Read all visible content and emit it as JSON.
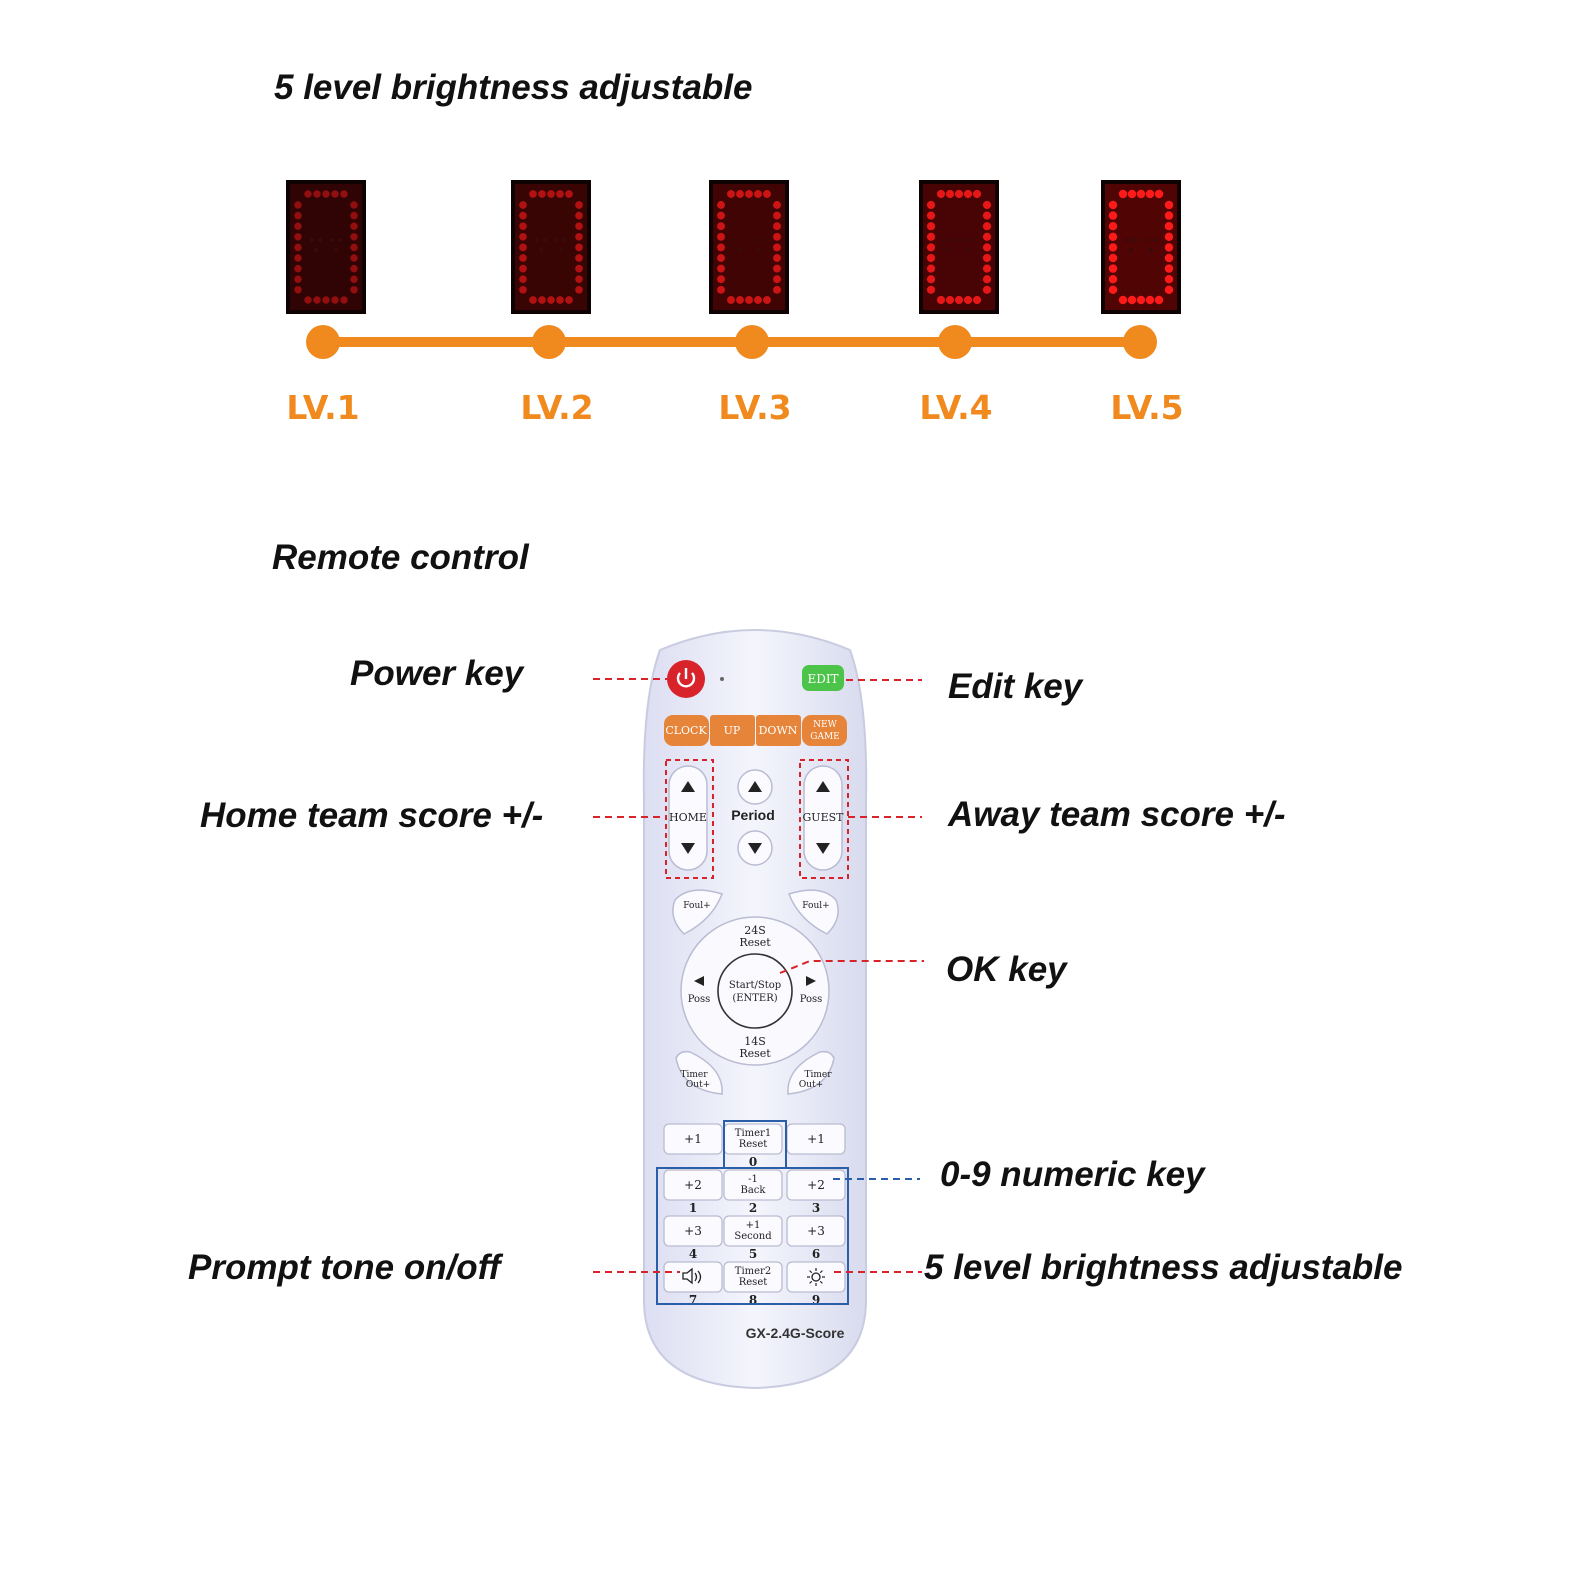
{
  "brightness_section": {
    "title": "5 level brightness adjustable",
    "levels": [
      {
        "label": "LV.1",
        "intensity": 0.2
      },
      {
        "label": "LV.2",
        "intensity": 0.4
      },
      {
        "label": "LV.3",
        "intensity": 0.6
      },
      {
        "label": "LV.4",
        "intensity": 0.8
      },
      {
        "label": "LV.5",
        "intensity": 1.0
      }
    ],
    "track_color": "#f08a1e",
    "led_color": "#ff1a1a"
  },
  "remote_section": {
    "title": "Remote control",
    "callouts": {
      "power": "Power key",
      "edit": "Edit key",
      "home": "Home team score +/-",
      "away": "Away team score +/-",
      "ok": "OK key",
      "numeric": "0-9 numeric key",
      "tone": "Prompt tone on/off",
      "brightness": "5 level brightness adjustable"
    },
    "leader_colors": {
      "red": "#d9232b",
      "blue": "#2a5ea8"
    },
    "remote": {
      "edit_label": "EDIT",
      "top_row": [
        "CLOCK",
        "UP",
        "DOWN",
        "NEW",
        "GAME"
      ],
      "home_label": "HOME",
      "period_label": "Period",
      "guest_label": "GUEST",
      "foul_left": "Foul+",
      "foul_right": "Foul+",
      "dpad_top": [
        "24S",
        "Reset"
      ],
      "dpad_bottom": [
        "14S",
        "Reset"
      ],
      "dpad_left": "Poss",
      "dpad_right": "Poss",
      "ok_lines": [
        "Start/Stop",
        "(ENTER)"
      ],
      "timer_left": [
        "Timer",
        "Out+"
      ],
      "timer_right": [
        "Timer",
        "Out+"
      ],
      "keys": [
        {
          "top": "+1",
          "num": ""
        },
        {
          "top": "Timer1|Reset",
          "num": "0"
        },
        {
          "top": "+1",
          "num": ""
        },
        {
          "top": "+2",
          "num": "1"
        },
        {
          "top": "-1|Back",
          "num": "2"
        },
        {
          "top": "+2",
          "num": "3"
        },
        {
          "top": "+3",
          "num": "4"
        },
        {
          "top": "+1|Second",
          "num": "5"
        },
        {
          "top": "+3",
          "num": "6"
        },
        {
          "top": "speaker",
          "num": "7"
        },
        {
          "top": "Timer2|Reset",
          "num": "8"
        },
        {
          "top": "sun",
          "num": "9"
        }
      ],
      "model": "GX-2.4G-Score",
      "orange_key_color": "#e6843a",
      "power_color": "#d9232b",
      "edit_color": "#4cc44a"
    }
  }
}
